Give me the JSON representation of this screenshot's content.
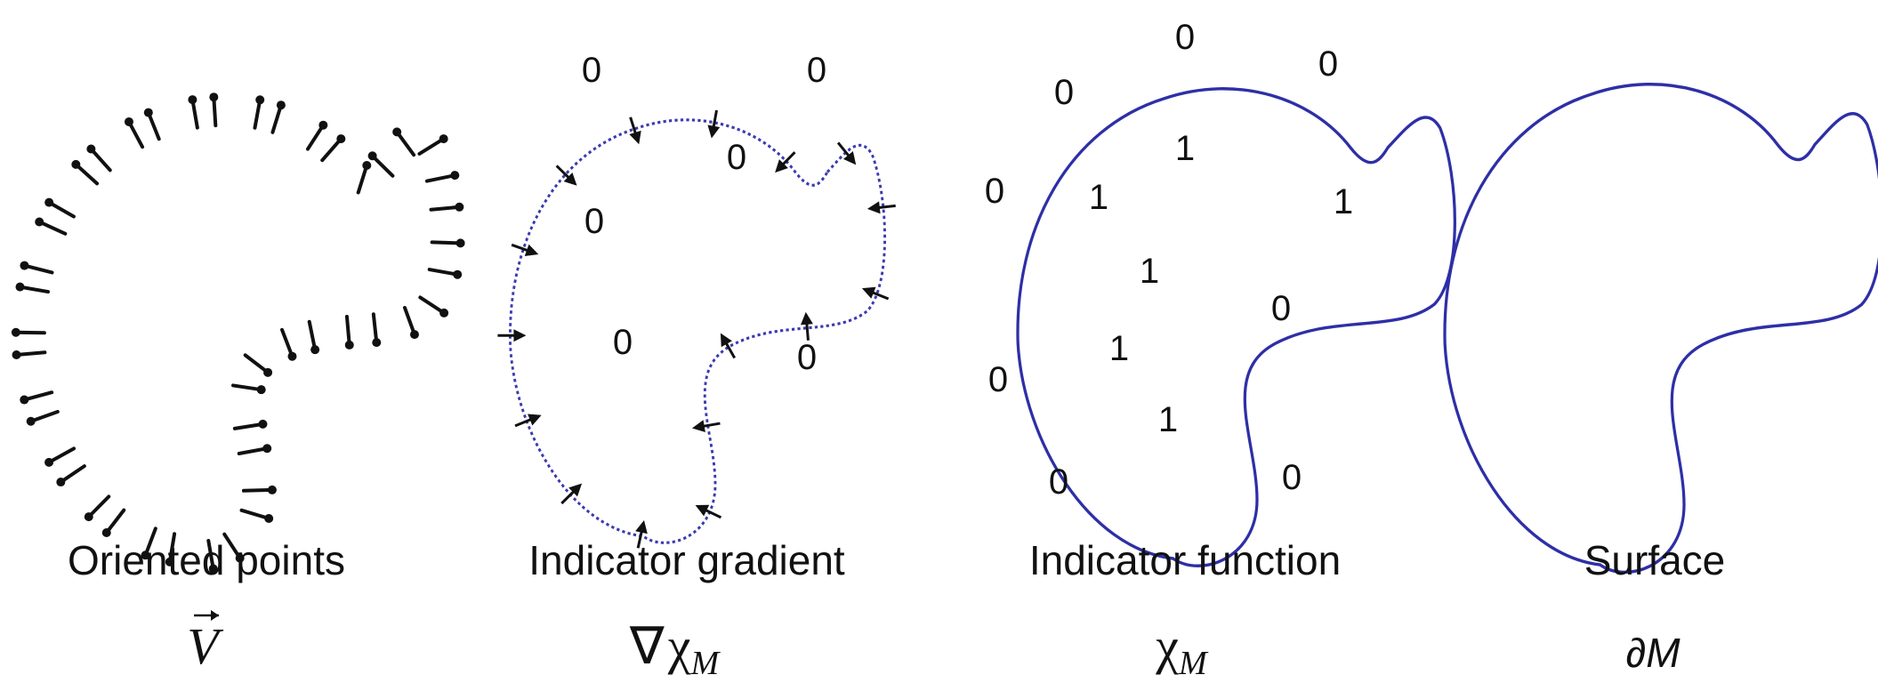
{
  "colors": {
    "curve": "#2e2fa6",
    "ink": "#111111",
    "background": "#ffffff"
  },
  "panels": [
    {
      "id": "oriented-points",
      "caption": "Oriented points",
      "symbol": "V",
      "symbol_accent": "vector-arrow",
      "labels": []
    },
    {
      "id": "indicator-gradient",
      "caption": "Indicator gradient",
      "symbol_prefix": "∇",
      "symbol": "χ",
      "symbol_subscript": "M",
      "labels": [
        "0",
        "0",
        "0",
        "0",
        "0",
        "0"
      ]
    },
    {
      "id": "indicator-function",
      "caption": "Indicator function",
      "symbol": "χ",
      "symbol_subscript": "M",
      "labels": [
        "0",
        "0",
        "0",
        "0",
        "1",
        "1",
        "1",
        "1",
        "1",
        "1",
        "0",
        "0",
        "0",
        "0"
      ]
    },
    {
      "id": "surface",
      "caption": "Surface",
      "symbol": "∂M",
      "labels": []
    }
  ]
}
